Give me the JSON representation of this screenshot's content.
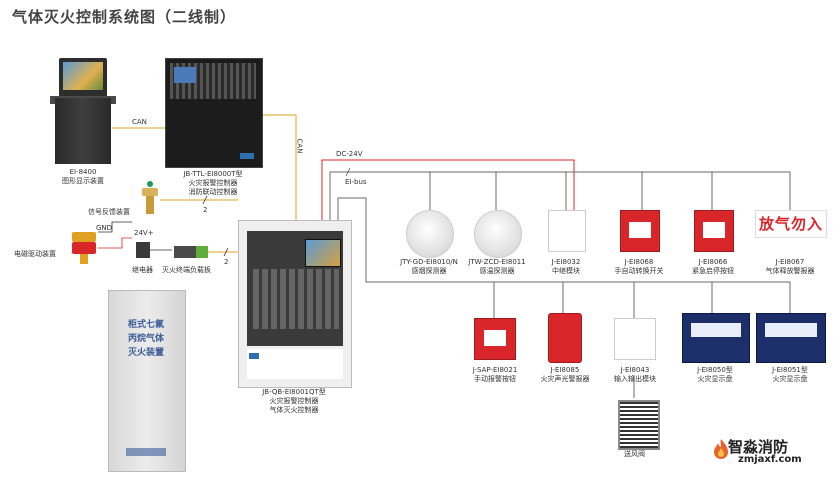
{
  "title": "气体灭火控制系统图（二线制）",
  "wires": {
    "can_top": "CAN",
    "can_side": "CAN",
    "dc24v": "DC-24V",
    "ei_bus": "EI-bus",
    "gnd": "GND",
    "v24": "24V+",
    "slash_count": "2"
  },
  "devices": {
    "workstation": {
      "model": "EI-8400",
      "name": "图形显示装置"
    },
    "cabinet": {
      "model": "JB-TTL-EI8000T型",
      "name1": "火灾报警控制器",
      "name2": "消防联动控制器"
    },
    "controller": {
      "model": "JB-QB-EI8001QT型",
      "name1": "火灾报警控制器",
      "name2": "气体灭火控制器"
    },
    "feedback": {
      "name": "信号反馈装置"
    },
    "solenoid": {
      "name": "电磁驱动装置"
    },
    "relay": {
      "name": "继电器"
    },
    "terminal": {
      "name": "灭火终端负载板"
    },
    "gas_cabinet": {
      "text": "柜式七氟丙烷气体灭火装置"
    },
    "smoke": {
      "model": "JTY-GD-EI8010/N",
      "name": "感烟探测器"
    },
    "heat": {
      "model": "JTW-ZCD-EI8011",
      "name": "感温探测器"
    },
    "relay_module": {
      "model": "J-EI8032",
      "name": "中继模块"
    },
    "auto_switch": {
      "model": "J-EI8068",
      "name": "手自动转换开关"
    },
    "emergency": {
      "model": "J-EI8066",
      "name": "紧急启停按钮"
    },
    "release_sign": {
      "model": "J-EI8067",
      "name": "气体释放警报器",
      "text": "放气勿入"
    },
    "manual_alarm": {
      "model": "J-SAP-EI8021",
      "name": "手动报警按钮"
    },
    "sound_light": {
      "model": "J-EI8085",
      "name": "火灾声光警报器"
    },
    "io_module": {
      "model": "J-EI8043",
      "name": "输入输出模块"
    },
    "display1": {
      "model": "J-EI8050型",
      "name": "火灾显示盘"
    },
    "display2": {
      "model": "J-EI8051型",
      "name": "火灾显示盘"
    },
    "vent": {
      "name": "送风阀"
    }
  },
  "brand": {
    "name": "智淼消防",
    "url": "zmjaxf.com"
  },
  "colors": {
    "dc": "#d8262a",
    "bus": "#6a6a6a",
    "can": "#e0a020",
    "accent": "#2b6fb0"
  }
}
